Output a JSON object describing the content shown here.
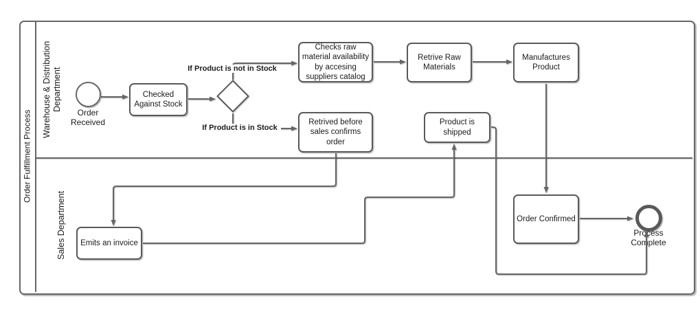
{
  "diagram": {
    "pool_title": "Order Fulfillment Process",
    "lanes": [
      {
        "label": "Warehouse & Distribution Department"
      },
      {
        "label": "Sales Department"
      }
    ],
    "nodes": {
      "start": {
        "label": "Order Received",
        "type": "start-event"
      },
      "checked": {
        "label": "Checked Against Stock",
        "type": "task"
      },
      "gateway": {
        "label": "",
        "type": "exclusive-gateway"
      },
      "checks": {
        "label": "Checks raw material availability by accesing suppliers catalog",
        "type": "task"
      },
      "retrive": {
        "label": "Retrive Raw Materials",
        "type": "task"
      },
      "manufactures": {
        "label": "Manufactures Product",
        "type": "task"
      },
      "shipped": {
        "label": "Product is shipped",
        "type": "task"
      },
      "retrived": {
        "label": "Retrived before sales confirms order",
        "type": "task"
      },
      "emits": {
        "label": "Emits an invoice",
        "type": "task"
      },
      "confirmed": {
        "label": "Order Confirmed",
        "type": "task"
      },
      "end": {
        "label": "Process Complete",
        "type": "end-event"
      }
    },
    "edge_labels": {
      "not_in_stock": "If Product is not in Stock",
      "in_stock": "If Product is in Stock"
    },
    "colors": {
      "stroke": "#666666",
      "shape_border": "#595959",
      "fill": "#ffffff",
      "text": "#1a1a1a"
    }
  }
}
